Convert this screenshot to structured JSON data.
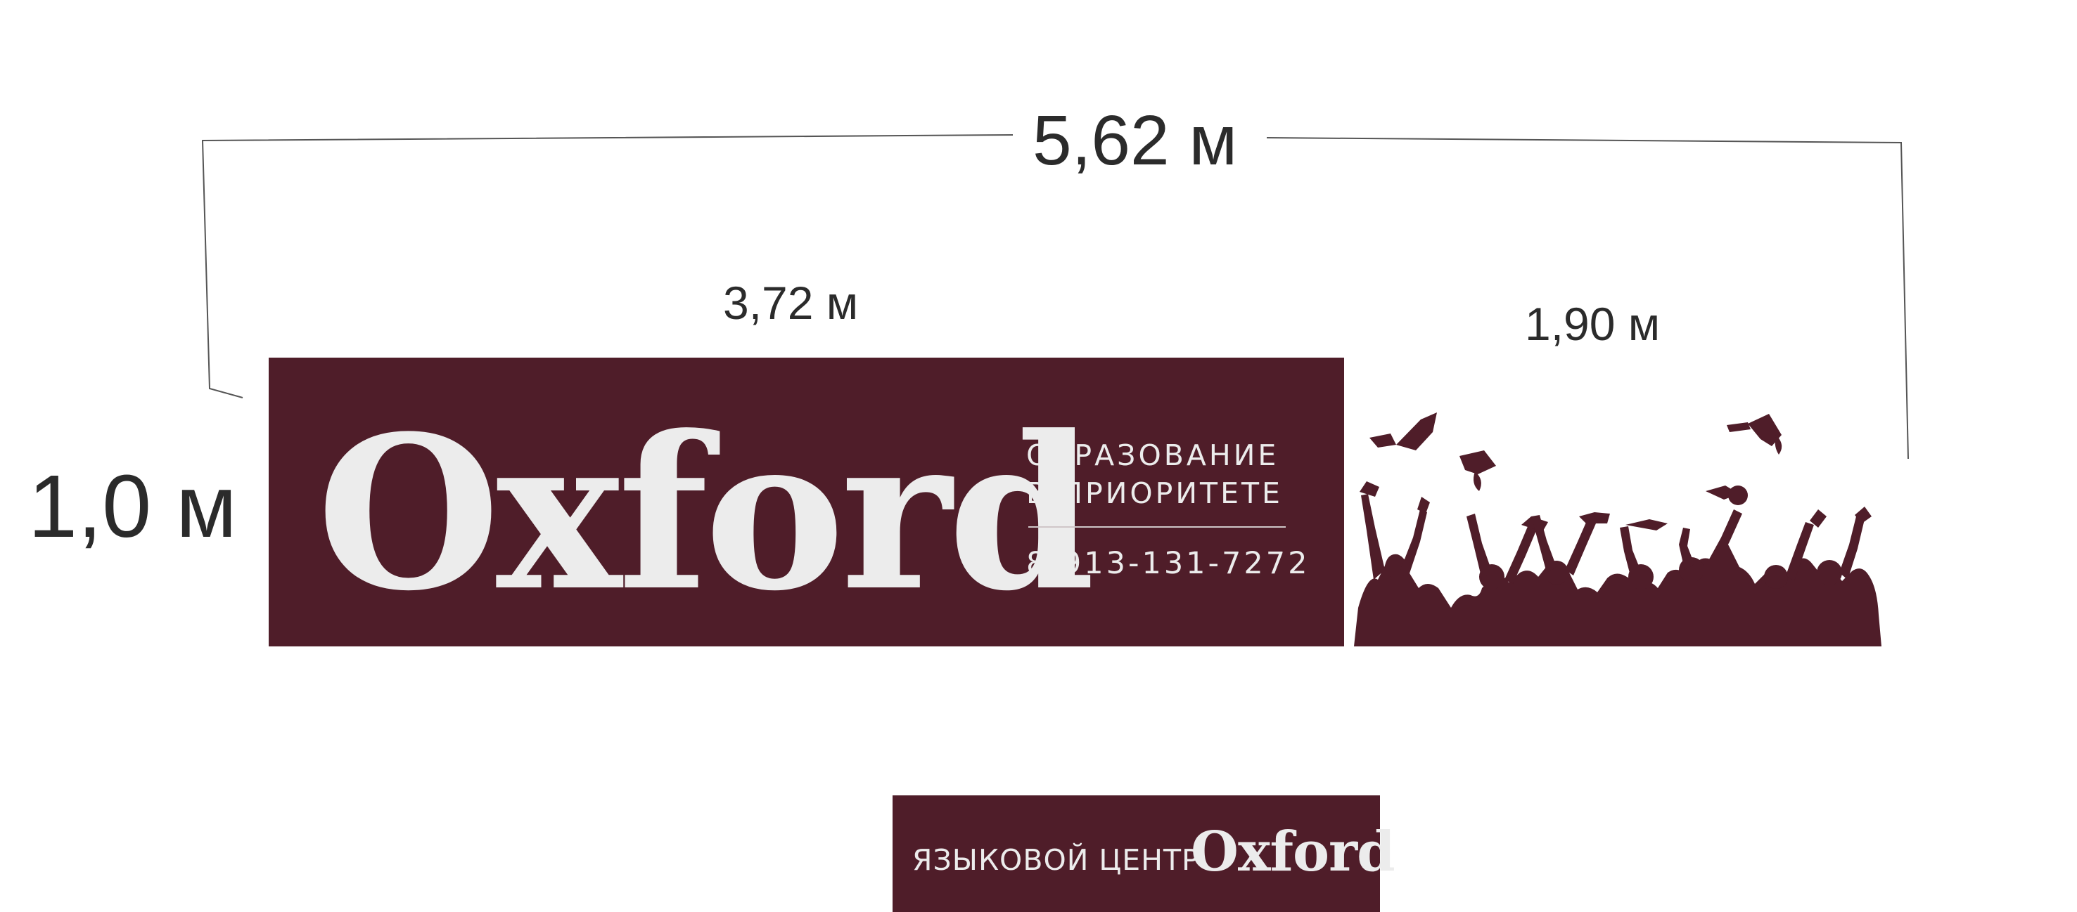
{
  "dimensions": {
    "total_width": "5,62 м",
    "main_width": "3,72 м",
    "side_width": "1,90 м",
    "height": "1,0 м"
  },
  "main_sign": {
    "brand": "Oxford",
    "tagline_line1": "ОБРАЗОВАНИЕ",
    "tagline_line2": "В ПРИОРИТЕТЕ",
    "phone": "8-913-131-7272",
    "background_color": "#4f1d29",
    "text_color": "#ececec"
  },
  "side_graphic": {
    "icon": "graduates-silhouette-icon",
    "color": "#4f1d29"
  },
  "small_sign": {
    "label": "ЯЗЫКОВОЙ ЦЕНТР",
    "brand": "Oxford",
    "background_color": "#4f1d29"
  }
}
